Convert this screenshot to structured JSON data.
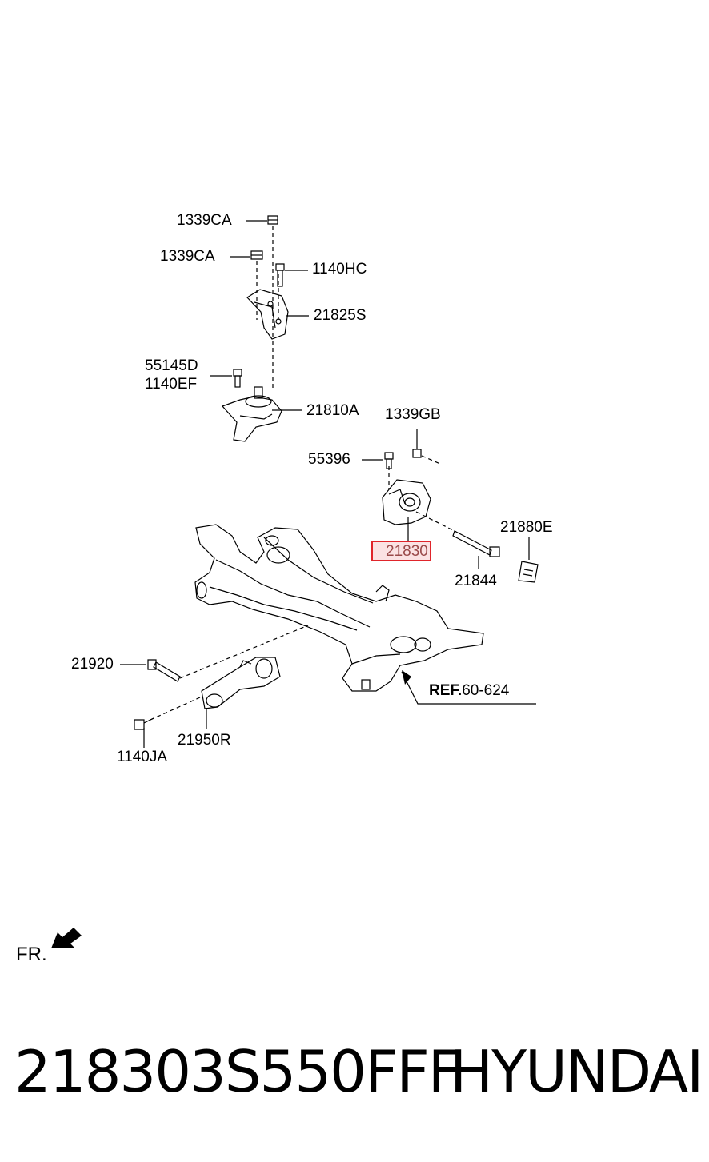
{
  "parts": {
    "p1339ca_top": "1339CA",
    "p1339ca_2": "1339CA",
    "p1140hc": "1140HC",
    "p21825s": "21825S",
    "p55145d": "55145D",
    "p1140ef": "1140EF",
    "p21810a": "21810A",
    "p1339gb": "1339GB",
    "p55396": "55396",
    "p21830": "21830",
    "p21880e": "21880E",
    "p21844": "21844",
    "p21920": "21920",
    "p21950r": "21950R",
    "p1140ja": "1140JA"
  },
  "reference": {
    "prefix": "REF.",
    "value": "60-624"
  },
  "orientation_label": "FR.",
  "footer": {
    "part_number": "218303S550FFF",
    "brand": "HYUNDAI"
  },
  "highlight_color": "#e0252b"
}
